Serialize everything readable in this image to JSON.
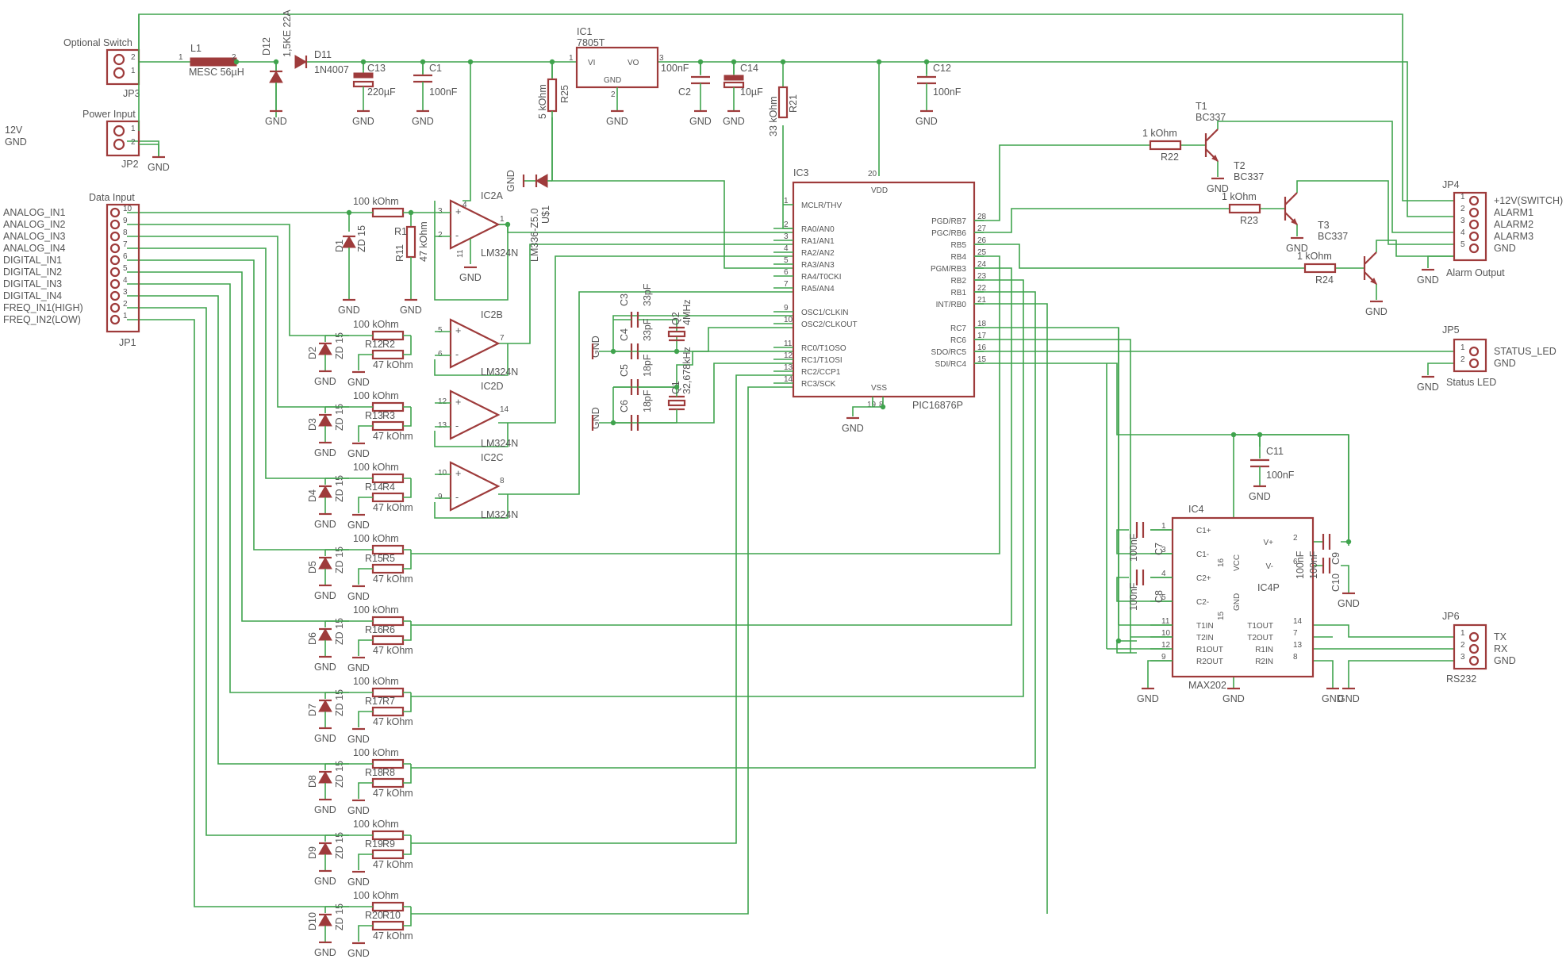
{
  "schematic": {
    "power": {
      "optional_switch_label": "Optional Switch",
      "jp3": "JP3",
      "power_input_label": "Power Input",
      "jp2": "JP2",
      "v12": "12V",
      "gnd_label": "GND",
      "l1": "L1",
      "l1_value": "MESC 56µH",
      "d12": "D12",
      "d12_value": "1,5KE 22A",
      "d11": "D11",
      "d11_value": "1N4007",
      "c13": "C13",
      "c13_value": "220µF",
      "c1": "C1",
      "c1_value": "100nF",
      "ic1": "IC1",
      "ic1_value": "7805T",
      "vi": "VI",
      "vo": "VO",
      "ic1_gnd": "GND",
      "c2": "C2",
      "c2_value": "100nF",
      "c14": "C14",
      "c14_value": "10µF",
      "r21": "R21",
      "r21_value": "33 kOhm",
      "c12": "C12",
      "c12_value": "100nF",
      "r25": "R25",
      "r25_value": "5 kOhm",
      "u1": "U$1",
      "u1_value": "LM336-Z5.0"
    },
    "data_input": {
      "title": "Data Input",
      "jp1": "JP1",
      "signals": [
        "ANALOG_IN1",
        "ANALOG_IN2",
        "ANALOG_IN3",
        "ANALOG_IN4",
        "DIGITAL_IN1",
        "DIGITAL_IN2",
        "DIGITAL_IN3",
        "DIGITAL_IN4",
        "FREQ_IN1(HIGH)",
        "FREQ_IN2(LOW)"
      ],
      "pins": [
        "10",
        "9",
        "8",
        "7",
        "6",
        "5",
        "4",
        "3",
        "2",
        "1"
      ]
    },
    "input_channels": [
      {
        "zener": "D1",
        "zval": "ZD 15",
        "r_series": "R1",
        "rs_val": "100 kOhm",
        "r_shunt": "R11",
        "rsh_val": "47 kOhm"
      },
      {
        "zener": "D2",
        "zval": "ZD 15",
        "r_series": "R2",
        "rs_val": "100 kOhm",
        "r_shunt": "R12",
        "rsh_val": "47 kOhm"
      },
      {
        "zener": "D3",
        "zval": "ZD 15",
        "r_series": "R3",
        "rs_val": "100 kOhm",
        "r_shunt": "R13",
        "rsh_val": "47 kOhm"
      },
      {
        "zener": "D4",
        "zval": "ZD 15",
        "r_series": "R4",
        "rs_val": "100 kOhm",
        "r_shunt": "R14",
        "rsh_val": "47 kOhm"
      },
      {
        "zener": "D5",
        "zval": "ZD 15",
        "r_series": "R5",
        "rs_val": "100 kOhm",
        "r_shunt": "R15",
        "rsh_val": "47 kOhm"
      },
      {
        "zener": "D6",
        "zval": "ZD 15",
        "r_series": "R6",
        "rs_val": "100 kOhm",
        "r_shunt": "R16",
        "rsh_val": "47 kOhm"
      },
      {
        "zener": "D7",
        "zval": "ZD 15",
        "r_series": "R7",
        "rs_val": "100 kOhm",
        "r_shunt": "R17",
        "rsh_val": "47 kOhm"
      },
      {
        "zener": "D8",
        "zval": "ZD 15",
        "r_series": "R8",
        "rs_val": "100 kOhm",
        "r_shunt": "R18",
        "rsh_val": "47 kOhm"
      },
      {
        "zener": "D9",
        "zval": "ZD 15",
        "r_series": "R9",
        "rs_val": "100 kOhm",
        "r_shunt": "R19",
        "rsh_val": "47 kOhm"
      },
      {
        "zener": "D10",
        "zval": "ZD 15",
        "r_series": "R10",
        "rs_val": "100 kOhm",
        "r_shunt": "R20",
        "rsh_val": "47 kOhm"
      }
    ],
    "opamps": [
      {
        "name": "IC2A",
        "value": "LM324N",
        "in_p": "3",
        "in_n": "2",
        "out": "1",
        "vcc": "4",
        "vee": "11"
      },
      {
        "name": "IC2B",
        "value": "LM324N",
        "in_p": "5",
        "in_n": "6",
        "out": "7"
      },
      {
        "name": "IC2D",
        "value": "LM324N",
        "in_p": "12",
        "in_n": "13",
        "out": "14"
      },
      {
        "name": "IC2C",
        "value": "LM324N",
        "in_p": "10",
        "in_n": "9",
        "out": "8"
      }
    ],
    "mcu": {
      "name": "IC3",
      "value": "PIC16876P",
      "vdd": "VDD",
      "vss": "VSS",
      "vdd_pin": "20",
      "vss_pins": [
        "19",
        "8"
      ],
      "left_pins": [
        {
          "num": "1",
          "name": "MCLR/THV"
        },
        {
          "num": "2",
          "name": "RA0/AN0"
        },
        {
          "num": "3",
          "name": "RA1/AN1"
        },
        {
          "num": "4",
          "name": "RA2/AN2"
        },
        {
          "num": "5",
          "name": "RA3/AN3"
        },
        {
          "num": "6",
          "name": "RA4/T0CKI"
        },
        {
          "num": "7",
          "name": "RA5/AN4"
        },
        {
          "num": "9",
          "name": "OSC1/CLKIN"
        },
        {
          "num": "10",
          "name": "OSC2/CLKOUT"
        },
        {
          "num": "11",
          "name": "RC0/T1OSO"
        },
        {
          "num": "12",
          "name": "RC1/T1OSI"
        },
        {
          "num": "13",
          "name": "RC2/CCP1"
        },
        {
          "num": "14",
          "name": "RC3/SCK"
        }
      ],
      "right_pins": [
        {
          "num": "28",
          "name": "PGD/RB7"
        },
        {
          "num": "27",
          "name": "PGC/RB6"
        },
        {
          "num": "26",
          "name": "RB5"
        },
        {
          "num": "25",
          "name": "RB4"
        },
        {
          "num": "24",
          "name": "PGM/RB3"
        },
        {
          "num": "23",
          "name": "RB2"
        },
        {
          "num": "22",
          "name": "RB1"
        },
        {
          "num": "21",
          "name": "INT/RB0"
        },
        {
          "num": "18",
          "name": "RC7"
        },
        {
          "num": "17",
          "name": "RC6"
        },
        {
          "num": "16",
          "name": "SDO/RC5"
        },
        {
          "num": "15",
          "name": "SDI/RC4"
        }
      ]
    },
    "oscillator": {
      "c3": "C3",
      "c3_value": "33pF",
      "c4": "C4",
      "c4_value": "33pF",
      "q2": "Q2",
      "q2_value": "4MHz",
      "c5": "C5",
      "c5_value": "18pF",
      "c6": "C6",
      "c6_value": "18pF",
      "q1": "Q1",
      "q1_value": "32,678kHz"
    },
    "alarm": {
      "t1": "T1",
      "t1_value": "BC337",
      "t2": "T2",
      "t2_value": "BC337",
      "t3": "T3",
      "t3_value": "BC337",
      "r22": "R22",
      "r22_value": "1 kOhm",
      "r23": "R23",
      "r23_value": "1 kOhm",
      "r24": "R24",
      "r24_value": "1 kOhm",
      "jp4": "JP4",
      "jp4_title": "Alarm Output",
      "jp4_pins": [
        "+12V(SWITCH)",
        "ALARM1",
        "ALARM2",
        "ALARM3",
        "GND"
      ]
    },
    "status": {
      "jp5": "JP5",
      "jp5_title": "Status LED",
      "jp5_pins": [
        "STATUS_LED",
        "GND"
      ]
    },
    "rs232": {
      "ic4": "IC4",
      "ic4_value": "MAX202",
      "ic4p": "IC4P",
      "vcc": "VCC",
      "gnd": "GND",
      "c11": "C11",
      "c11_value": "100nF",
      "c7": "C7",
      "c7_value": "100nF",
      "c8": "C8",
      "c8_value": "100nF",
      "c9": "C9",
      "c9_value": "100nF",
      "c10": "C10",
      "c10_value": "100nF",
      "left_pins": [
        {
          "num": "1",
          "name": "C1+"
        },
        {
          "num": "3",
          "name": "C1-"
        },
        {
          "num": "4",
          "name": "C2+"
        },
        {
          "num": "5",
          "name": "C2-"
        },
        {
          "num": "11",
          "name": "T1IN"
        },
        {
          "num": "10",
          "name": "T2IN"
        },
        {
          "num": "12",
          "name": "R1OUT"
        },
        {
          "num": "9",
          "name": "R2OUT"
        }
      ],
      "right_pins": [
        {
          "num": "2",
          "name": "V+"
        },
        {
          "num": "6",
          "name": "V-"
        },
        {
          "num": "14",
          "name": "T1OUT"
        },
        {
          "num": "7",
          "name": "T2OUT"
        },
        {
          "num": "13",
          "name": "R1IN"
        },
        {
          "num": "8",
          "name": "R2IN"
        }
      ],
      "vcc_pin": "16",
      "gnd_pin": "15",
      "jp6": "JP6",
      "jp6_title": "RS232",
      "jp6_pins": [
        "TX",
        "RX",
        "GND"
      ]
    },
    "gnd": "GND"
  }
}
